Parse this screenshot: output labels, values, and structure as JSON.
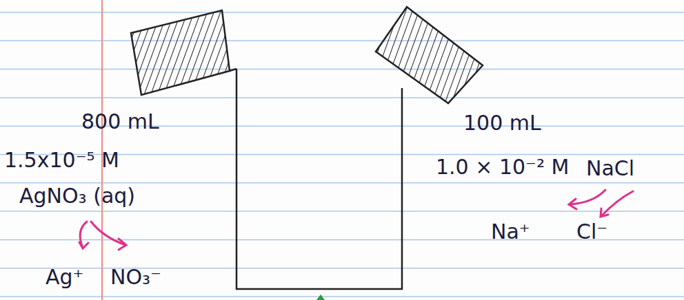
{
  "diagram": {
    "labels": [
      "800 mL",
      "1.5x10⁻⁵ M",
      "AgNO₃ (aq)",
      "Ag⁺",
      "NO₃⁻",
      "100 mL",
      "1.0 × 10⁻² M",
      "NaCl",
      "Na⁺",
      "Cl⁻"
    ]
  }
}
